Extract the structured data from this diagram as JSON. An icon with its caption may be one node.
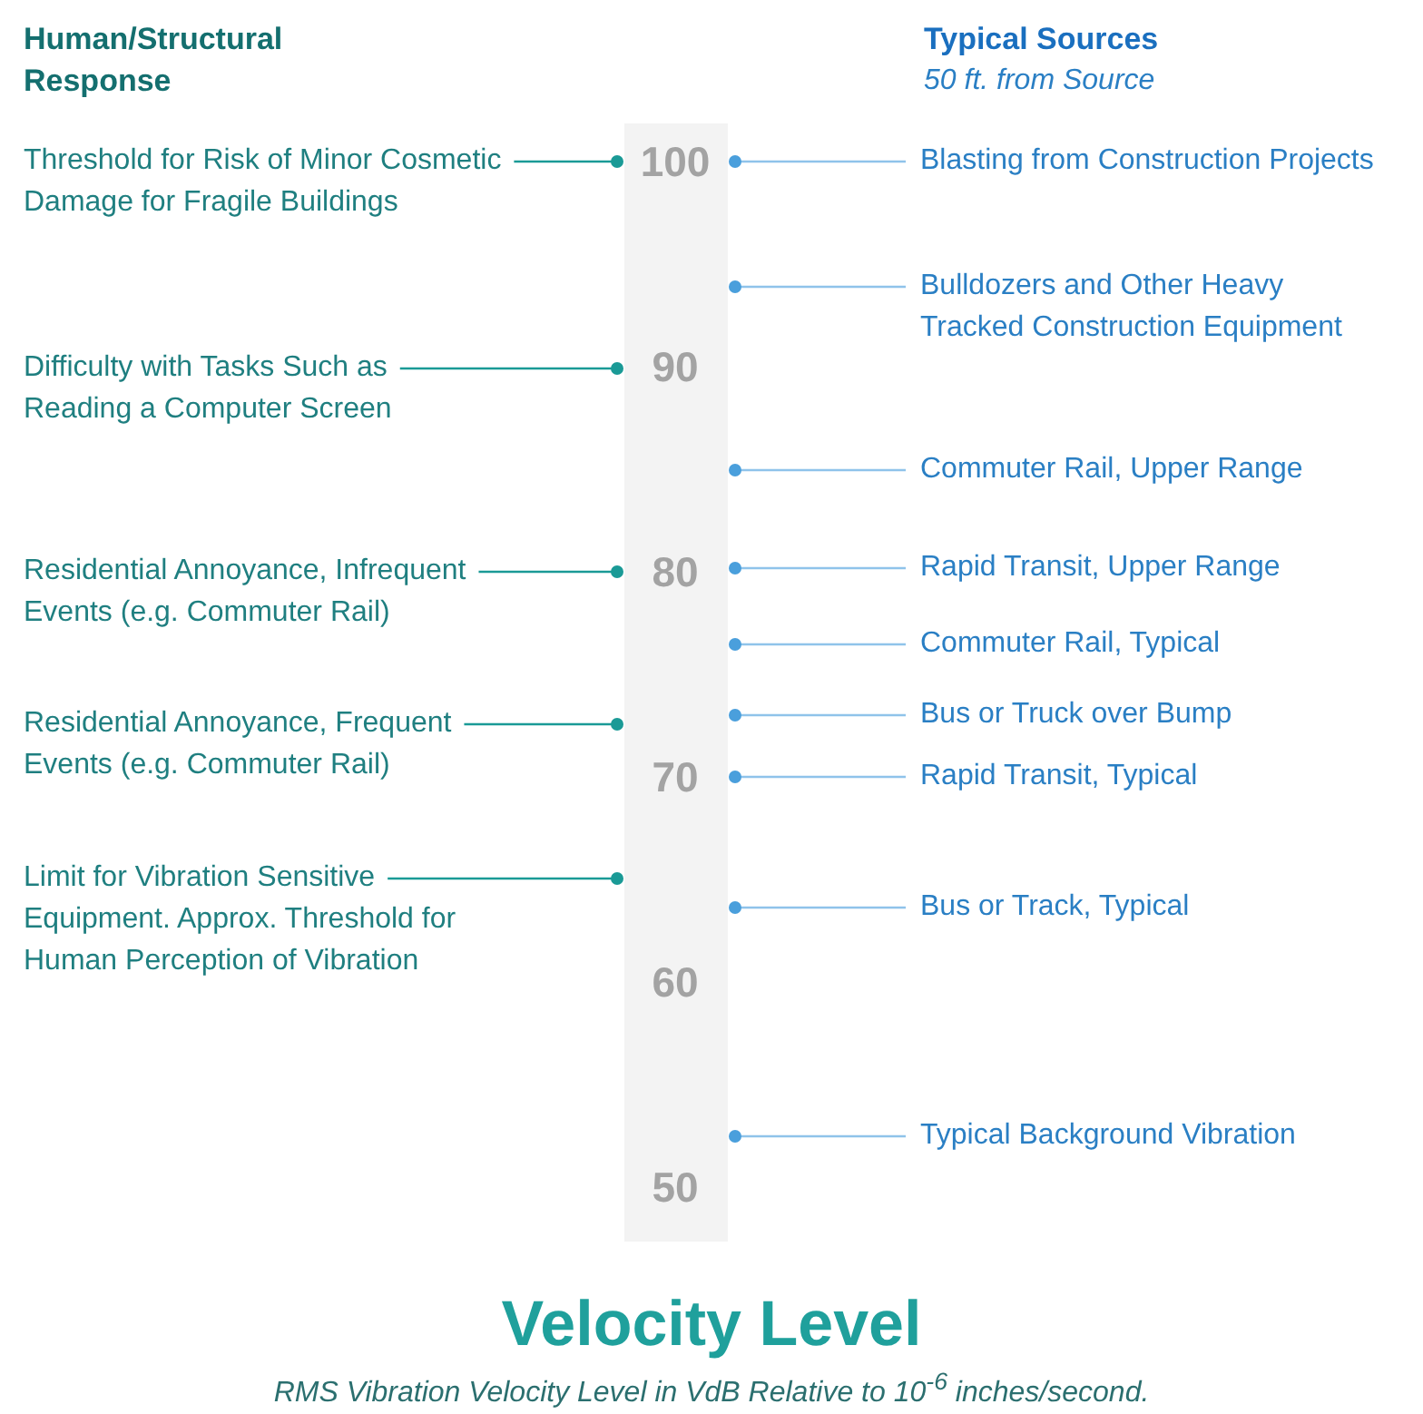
{
  "diagram": {
    "title": "Velocity Level",
    "caption": "RMS Vibration Velocity Level in VdB Relative to 10$^{-6}$ inches/second.",
    "nodes": [
      {
        "text": [
          "Threshold for Risk of Minor Cosmetic Damage for Fragile Buildings"
        ]
      },
      {
        "text": [
          "Difficulty with Tasks Such as Reading a Computer Screen"
        ]
      },
      {
        "text": [
          "Residential Annoyance, Infrequent Events (e.g. Commuter Rail)"
        ]
      },
      {
        "text": [
          "Residential Annoyance, Frequent Events (e.g. Commuter Rail)"
        ]
      },
      {
        "text": [
          "Limit for Vibration Sensitive Equipment. Approx. Threshold for Human Perception of Vibration"
        ]
      },
      {
        "text": [
          "Blasting from Construction Projects"
        ]
      },
      {
        "text": [
          "Bulldozers and Other Heavy Tracked Construction Equipment"
        ]
      },
      {
        "text": [
          "Commuter Rail, Upper Range"
        ]
      },
      {
        "text": [
          "Rapid Transit, Upper Range"
        ]
      },
      {
        "text": [
          "Commuter Rail, Typical"
        ]
      },
      {
        "text": [
          "Bus or Truck over Bump"
        ]
      },
      {
        "text": [
          "Rapid Transit, Typical"
        ]
      },
      {
        "text": [
          "Bus or Track, Typical"
        ]
      },
      {
        "text": [
          "Typical Background Vibration"
        ]
      },
      {
        "text": [],
        "shape": "bar"
      }
    ],
    "edges": [
      {
        "from": 0,
        "to": 14,
        "arrow": "other",
        "color": "#1a9a96"
      },
      {
        "from": 1,
        "to": 14,
        "arrow": "other",
        "color": "#1a9a96"
      },
      {
        "from": 2,
        "to": 14,
        "arrow": "other",
        "color": "#1a9a96"
      },
      {
        "from": 3,
        "to": 14,
        "arrow": "other",
        "color": "#1a9a96"
      },
      {
        "from": 4,
        "to": 14,
        "arrow": "other",
        "color": "#1a9a96"
      },
      {
        "from": 5,
        "to": 14,
        "arrow": "other"
      },
      {
        "from": 6,
        "to": 14,
        "arrow": "other"
      },
      {
        "from": 7,
        "to": 14,
        "arrow": "other"
      },
      {
        "from": 8,
        "to": 14,
        "arrow": "other"
      },
      {
        "from": 9,
        "to": 14,
        "arrow": "other"
      },
      {
        "from": 10,
        "to": 14,
        "arrow": "other"
      },
      {
        "from": 11,
        "to": 14,
        "arrow": "other"
      },
      {
        "from": 12,
        "to": 14,
        "arrow": "other"
      },
      {
        "from": 13,
        "to": 14,
        "arrow": "other"
      }
    ],
    "labels": [
      "Human/Structural Response",
      "Typical Sources",
      "50 ft. from Source",
      "100",
      "90",
      "80",
      "70",
      "60",
      "50"
    ]
  }
}
